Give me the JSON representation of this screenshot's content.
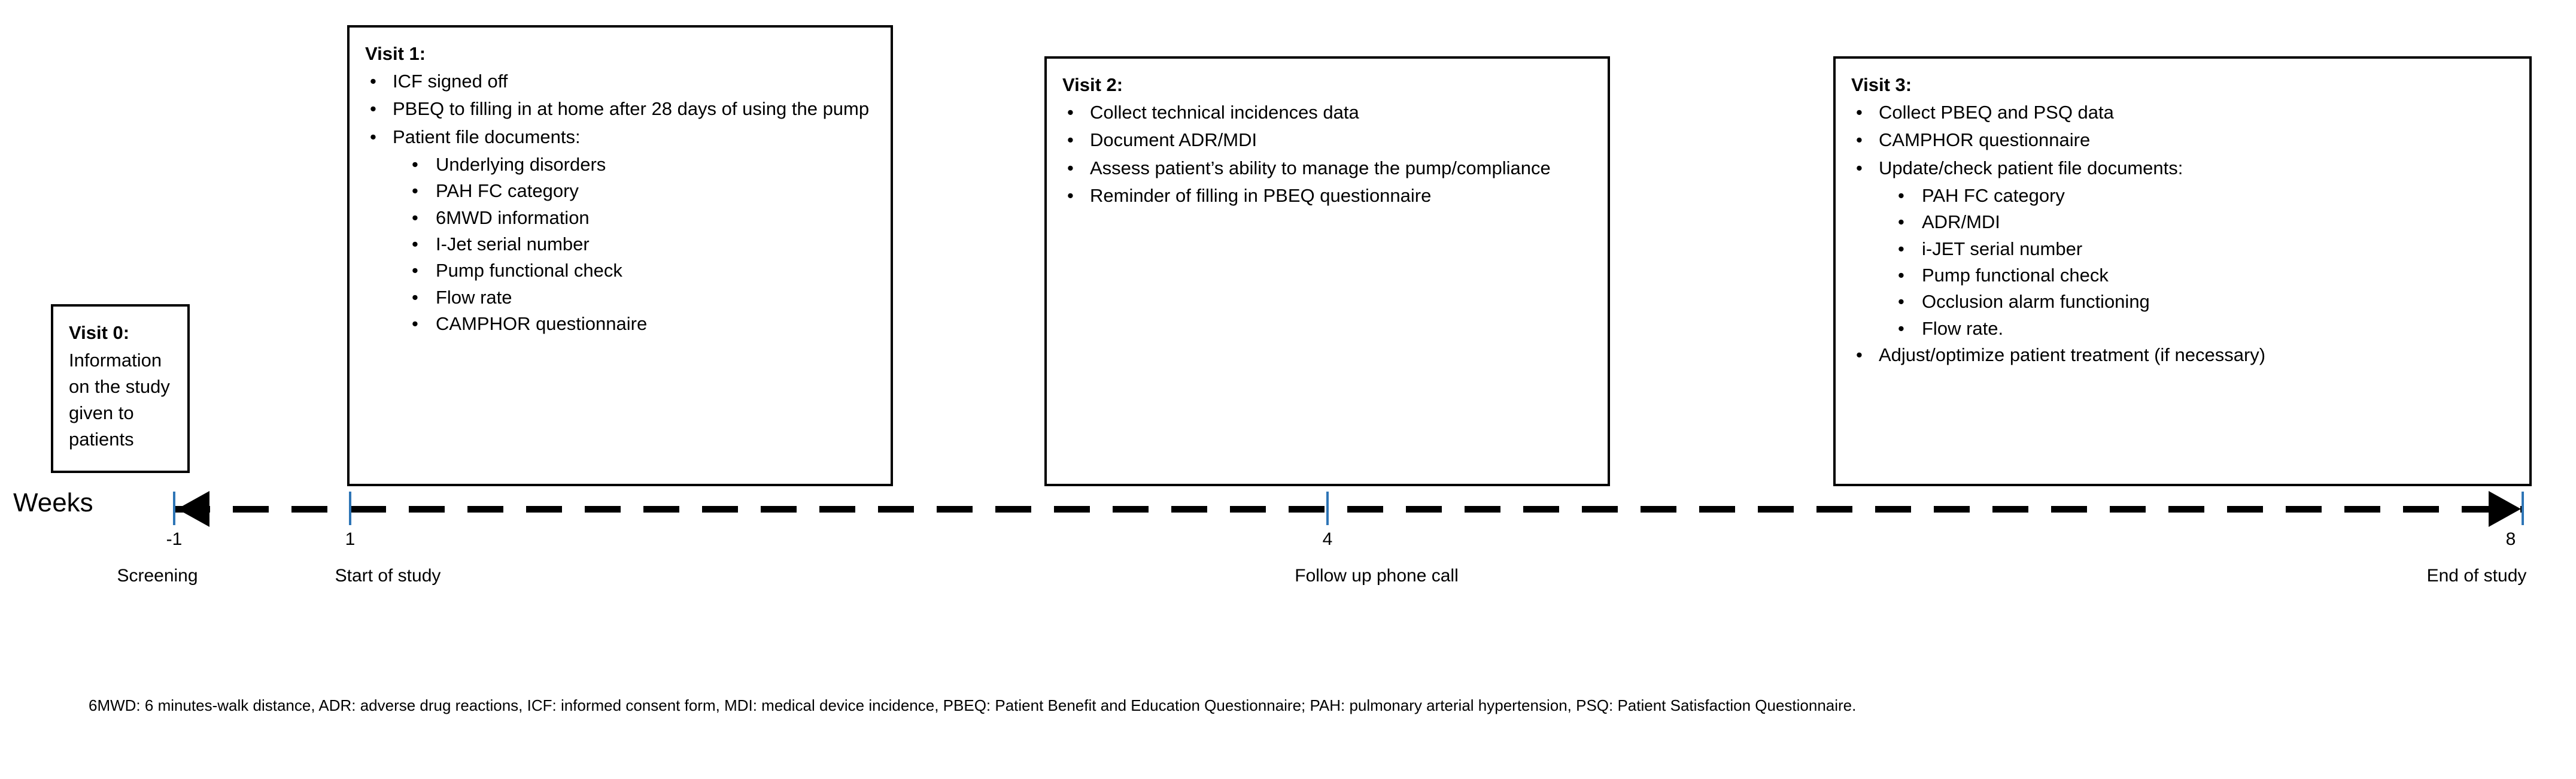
{
  "visit0": {
    "title": "Visit 0:",
    "body": "Information on the study given to patients"
  },
  "visit1": {
    "title": "Visit 1:",
    "bullets": [
      "ICF signed off",
      "PBEQ to filling in at home after 28 days of using the pump",
      "Patient file documents:"
    ],
    "subbullets": [
      "Underlying disorders",
      "PAH FC category",
      "6MWD information",
      "I-Jet serial number",
      "Pump functional check",
      "Flow rate",
      "CAMPHOR questionnaire"
    ]
  },
  "visit2": {
    "title": "Visit 2:",
    "bullets": [
      "Collect technical incidences data",
      "Document ADR/MDI",
      "Assess patient’s ability to manage the pump/compliance",
      "Reminder of filling in PBEQ questionnaire"
    ]
  },
  "visit3": {
    "title": "Visit 3:",
    "bullets_top": [
      "Collect PBEQ and PSQ data",
      "CAMPHOR questionnaire",
      "Update/check patient file documents:"
    ],
    "subbullets": [
      "PAH FC category",
      "ADR/MDI",
      "i-JET serial number",
      "Pump functional check",
      "Occlusion alarm functioning",
      "Flow rate."
    ],
    "bullets_bottom": [
      "Adjust/optimize patient treatment (if necessary)"
    ]
  },
  "timeline": {
    "axis_label": "Weeks",
    "tick_color": "#2E75B6",
    "ticks": [
      {
        "number": "-1",
        "caption": "Screening"
      },
      {
        "number": "1",
        "caption": "Start of study"
      },
      {
        "number": "4",
        "caption": "Follow up phone call"
      },
      {
        "number": "8",
        "caption": "End of study"
      }
    ]
  },
  "footnote": {
    "text": "6MWD: 6 minutes-walk distance, ADR: adverse drug reactions, ICF: informed consent form, MDI: medical device incidence, PBEQ: Patient Benefit and Education Questionnaire; PAH: pulmonary arterial hypertension, PSQ: Patient Satisfaction Questionnaire."
  },
  "bullet_glyph": "•"
}
